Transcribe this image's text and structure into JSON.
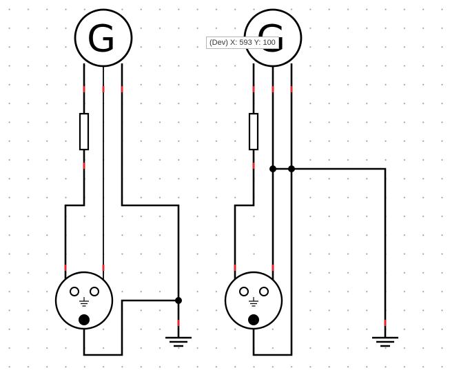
{
  "generators": [
    {
      "id": "left",
      "label": "G"
    },
    {
      "id": "right",
      "label": "G"
    }
  ],
  "sockets": [
    {
      "id": "left",
      "earth_symbol": "⏚"
    },
    {
      "id": "right",
      "earth_symbol": "⏚"
    }
  ],
  "tooltip": {
    "text": "(Dev) X: 593 Y: 100"
  },
  "colors": {
    "wire": "#000000",
    "pin_marker": "#e8202a",
    "grid_dot": "#9a9a9a",
    "background": "#ffffff"
  },
  "icons": [
    "generator-symbol",
    "fuse-symbol",
    "socket-symbol",
    "ground-symbol",
    "junction-dot"
  ]
}
